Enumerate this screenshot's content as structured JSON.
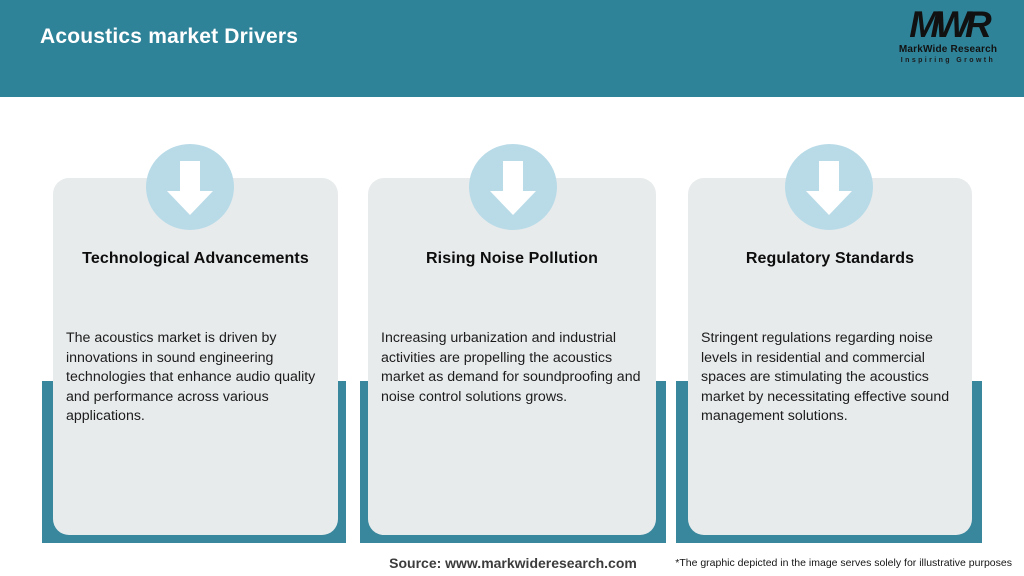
{
  "header": {
    "title": "Acoustics market Drivers",
    "logo": {
      "monogram": "MWR",
      "name": "MarkWide Research",
      "tagline": "Inspiring Growth"
    }
  },
  "cards": [
    {
      "icon": "down-arrow-icon",
      "title": "Technological Advancements",
      "description": "The acoustics market is driven by innovations in sound engineering technologies that enhance audio quality and performance across various applications."
    },
    {
      "icon": "down-arrow-icon",
      "title": "Rising Noise Pollution",
      "description": "Increasing urbanization and industrial activities are propelling the acoustics market as demand for soundproofing and noise control solutions grows."
    },
    {
      "icon": "down-arrow-icon",
      "title": "Regulatory Standards",
      "description": "Stringent regulations regarding noise levels in residential and commercial spaces are stimulating the acoustics market by necessitating effective sound management solutions."
    }
  ],
  "footer": {
    "source": "Source: www.markwideresearch.com",
    "disclaimer": "*The graphic depicted in the image serves solely for illustrative purposes"
  },
  "colors": {
    "header_teal": "#2F8399",
    "underlay_teal": "#38879D",
    "circle_blue": "#B9DBE8",
    "card_bg": "#E8EBEC",
    "title_text": "#0d0d0d",
    "body_text": "#1c1c1c",
    "header_text": "#ffffff",
    "logo_text": "#121212"
  }
}
